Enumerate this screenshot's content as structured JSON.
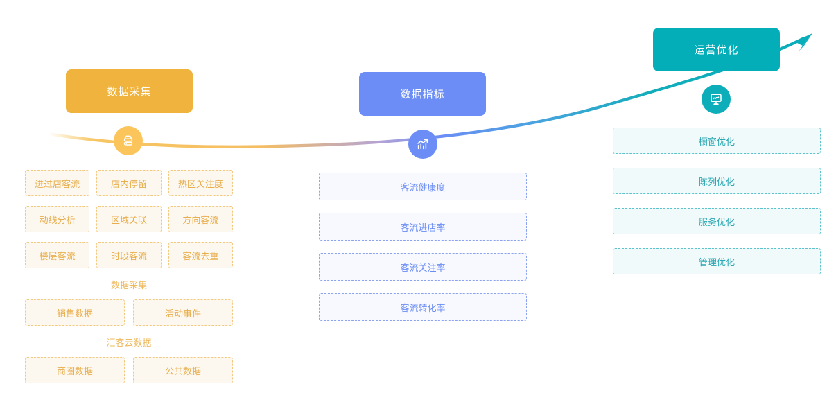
{
  "diagram": {
    "title_nodes": [
      {
        "id": "collect",
        "label": "数据采集",
        "color": "#F0B33D",
        "icon": "database-stack-icon"
      },
      {
        "id": "metric",
        "label": "数据指标",
        "color": "#6B8DF5",
        "icon": "bar-chart-trend-icon"
      },
      {
        "id": "optimize",
        "label": "运营优化",
        "color": "#03AEB9",
        "icon": "presentation-chart-icon"
      }
    ],
    "curve": {
      "stops": [
        "#F7C662",
        "#F5BE63",
        "#A99CD2",
        "#6B8DF5",
        "#3FA6DD",
        "#0FAEBA"
      ],
      "arrow_direction": "up-right"
    }
  },
  "left_column": {
    "accent": "#E8AE4D",
    "rows": [
      [
        "进过店客流",
        "店内停留",
        "热区关注度"
      ],
      [
        "动线分析",
        "区域关联",
        "方向客流"
      ],
      [
        "楼层客流",
        "时段客流",
        "客流去重"
      ]
    ],
    "groups": [
      {
        "caption": "数据采集",
        "items": [
          "销售数据",
          "活动事件"
        ]
      },
      {
        "caption": "汇客云数据",
        "items": [
          "商圈数据",
          "公共数据"
        ]
      }
    ]
  },
  "middle_column": {
    "accent": "#6B8DF5",
    "items": [
      "客流健康度",
      "客流进店率",
      "客流关注率",
      "客流转化率"
    ]
  },
  "right_column": {
    "accent": "#2BA7B2",
    "items": [
      "橱窗优化",
      "陈列优化",
      "服务优化",
      "管理优化"
    ]
  }
}
